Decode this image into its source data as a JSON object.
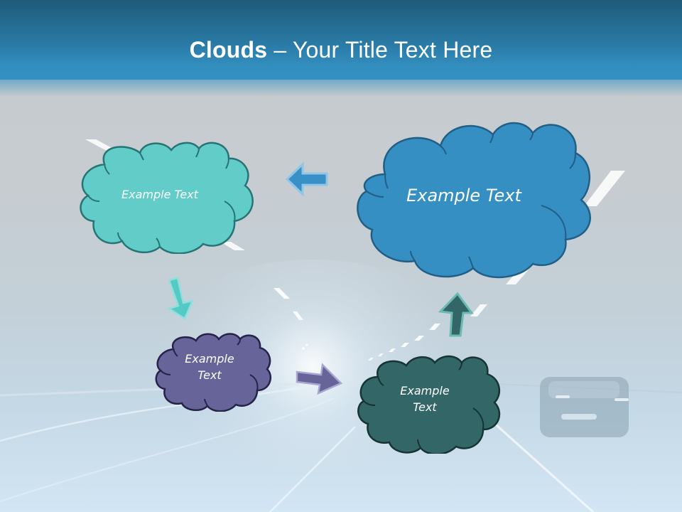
{
  "slide": {
    "title_bold": "Clouds",
    "title_rest": " – Your Title Text Here",
    "colors": {
      "header_top": "#1f5a7a",
      "header_bottom": "#3590c2",
      "background": "#c6ccd0"
    }
  },
  "clouds": [
    {
      "id": "cloud-1",
      "text": "Example Text",
      "fill": "#62ccc9",
      "stroke": "#267575"
    },
    {
      "id": "cloud-2",
      "text": "Example Text",
      "fill": "#358fc3",
      "stroke": "#215f86"
    },
    {
      "id": "cloud-3",
      "line1": "Example",
      "line2": "Text",
      "fill": "#676499",
      "stroke": "#26234a"
    },
    {
      "id": "cloud-4",
      "line1": "Example",
      "line2": "Text",
      "fill": "#336666",
      "stroke": "#163434"
    }
  ],
  "arrows": [
    {
      "id": "arrow-left",
      "direction": "left",
      "fill": "#3890c7",
      "outline": "#8fc5e6"
    },
    {
      "id": "arrow-down",
      "direction": "down-right",
      "fill": "#55c9c4",
      "outline": "#8fe0dc"
    },
    {
      "id": "arrow-right",
      "direction": "right",
      "fill": "#676499",
      "outline": "#a9a6d0"
    },
    {
      "id": "arrow-up",
      "direction": "up",
      "fill": "#336666",
      "outline": "#6ab9b3"
    }
  ]
}
